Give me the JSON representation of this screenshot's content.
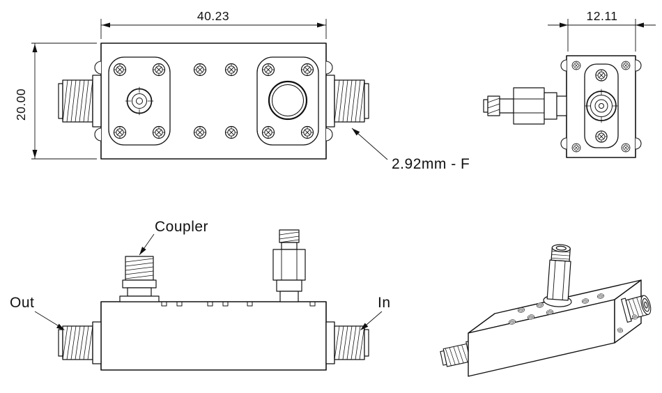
{
  "drawing": {
    "dimensions": {
      "body_width": "40.23",
      "body_height": "20.00",
      "body_depth": "12.11"
    },
    "labels": {
      "connector_type": "2.92mm - F",
      "coupler_port": "Coupler",
      "out_port": "Out",
      "in_port": "In"
    }
  }
}
